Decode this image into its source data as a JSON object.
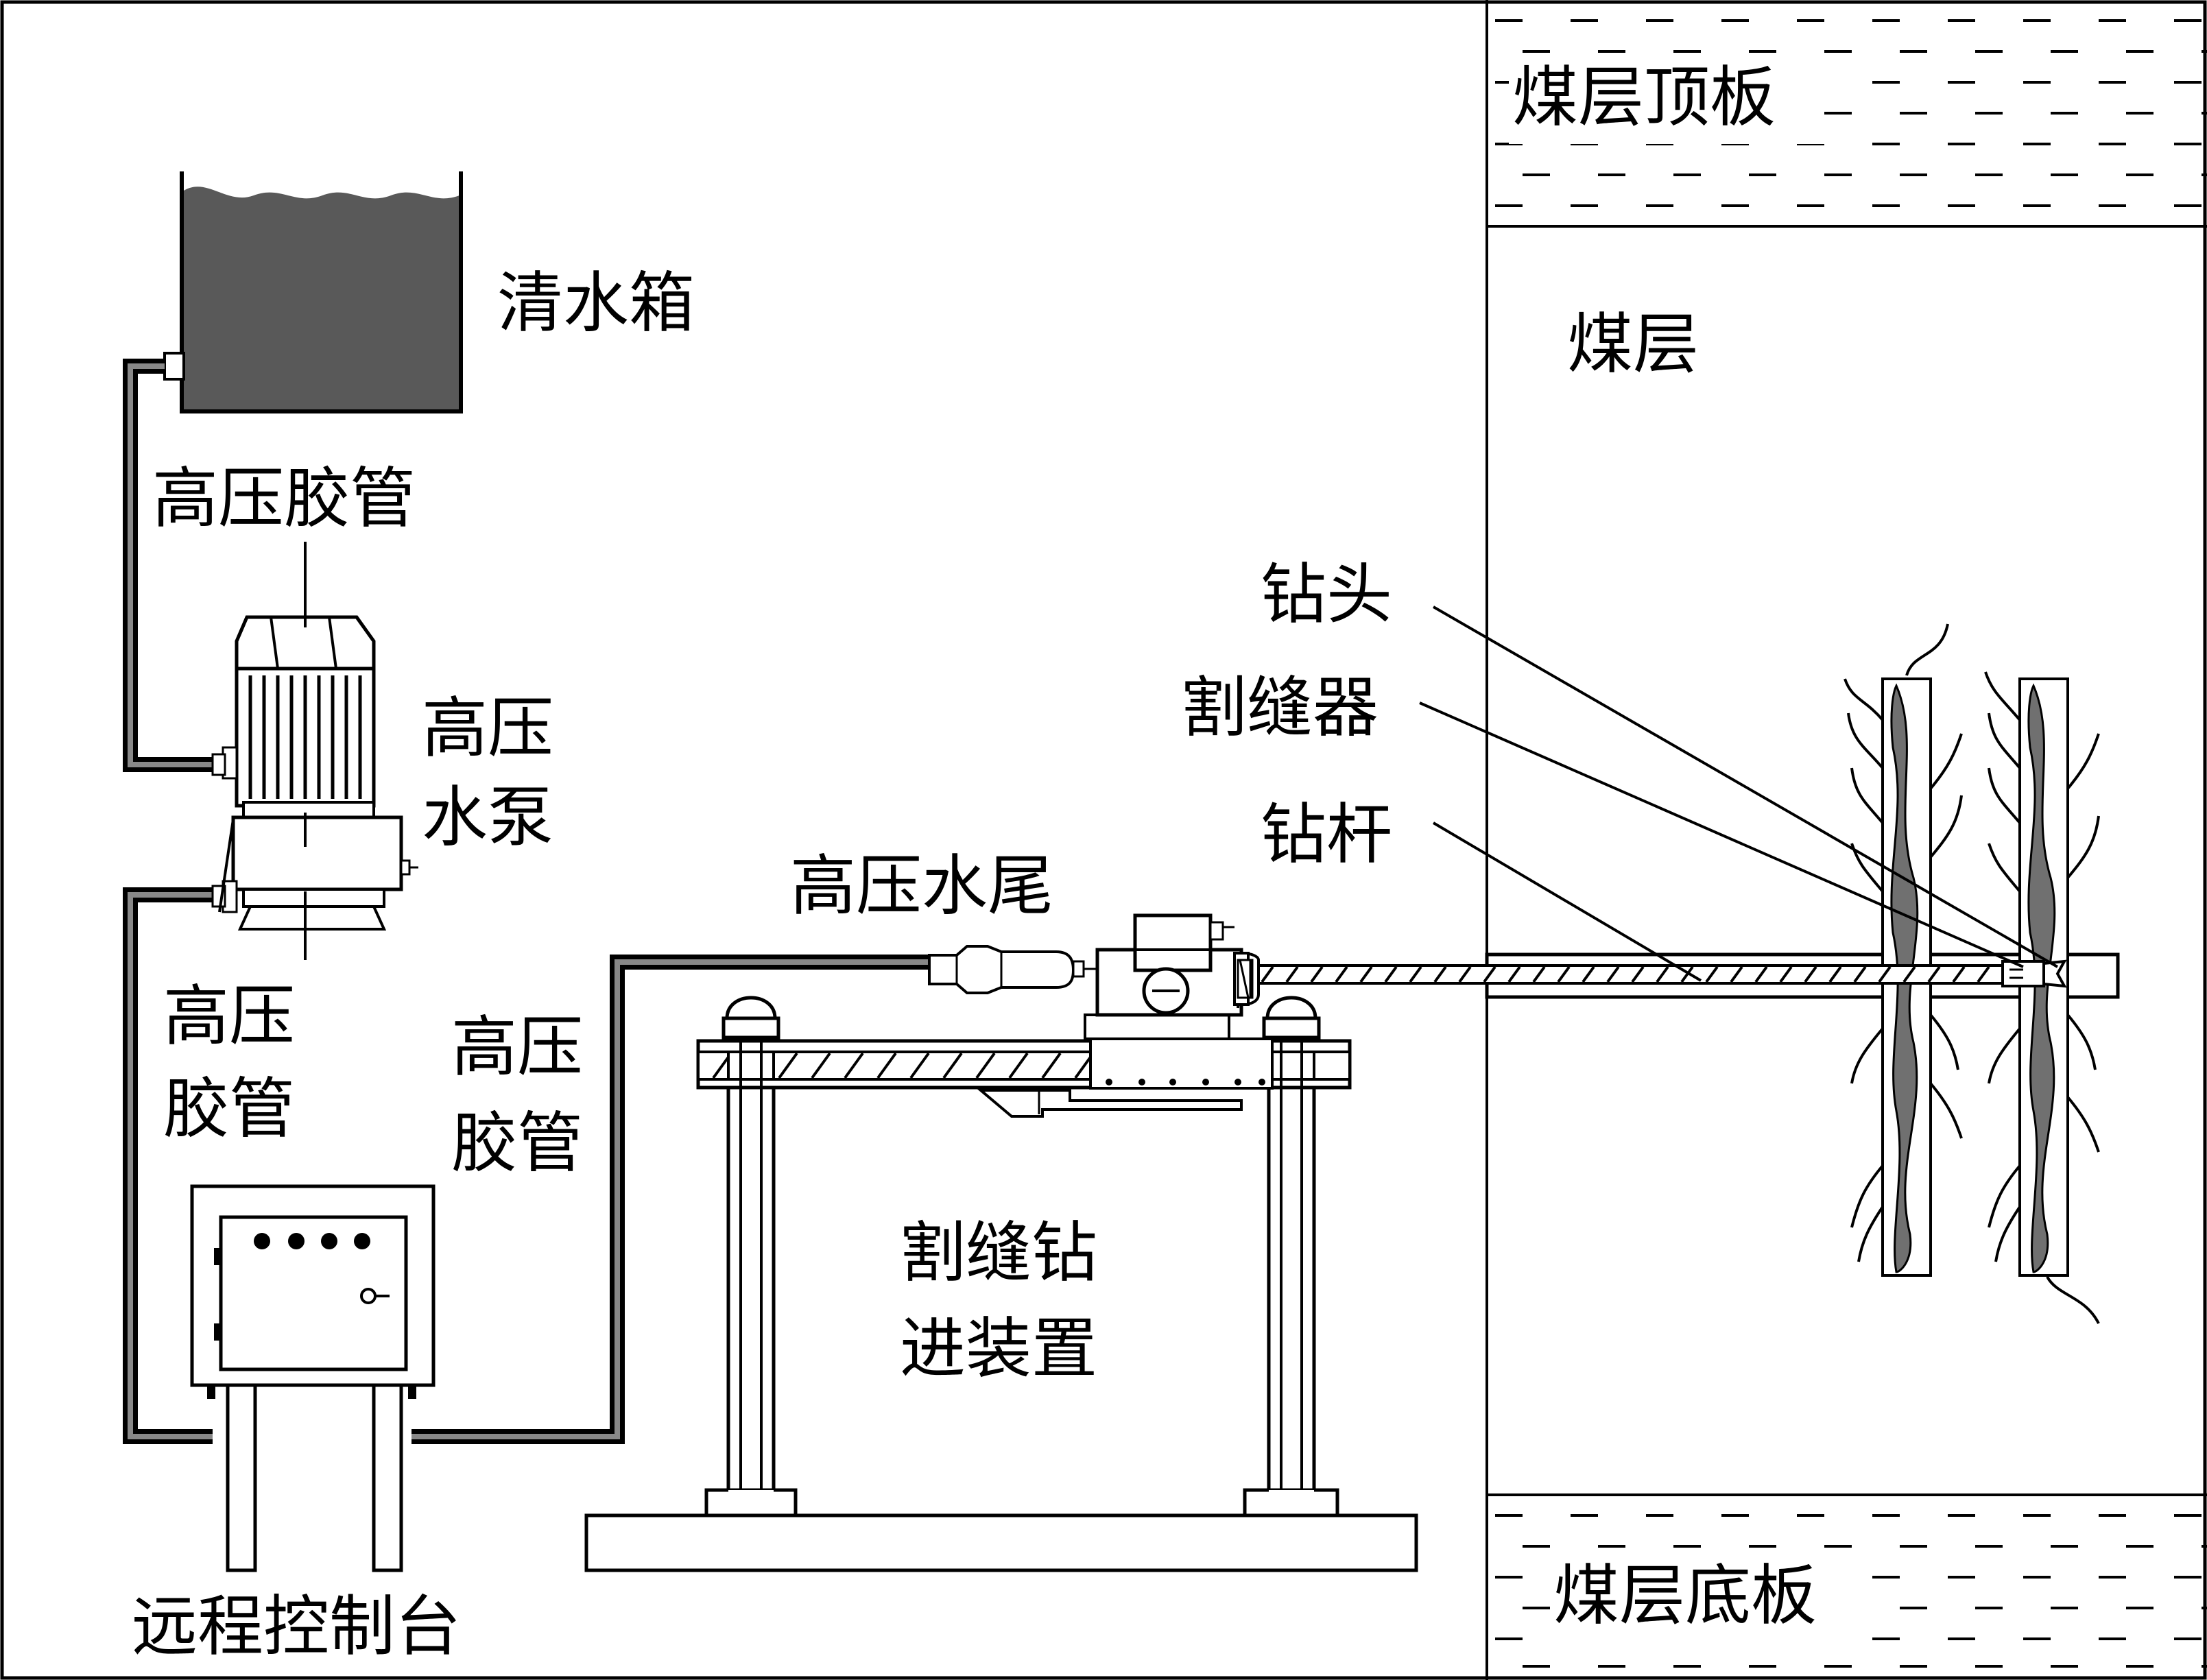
{
  "labels": {
    "roof": "煤层顶板",
    "seam": "煤层",
    "floor": "煤层底板",
    "water_tank": "清水箱",
    "hose_top": "高压胶管",
    "pump_line1": "高压",
    "pump_line2": "水泵",
    "hose_left_line1": "高压",
    "hose_left_line2": "胶管",
    "hose_mid_line1": "高压",
    "hose_mid_line2": "胶管",
    "swivel": "高压水尾",
    "drill_bit": "钻头",
    "slotter": "割缝器",
    "drill_rod": "钻杆",
    "rig_line1": "割缝钻",
    "rig_line2": "进装置",
    "console": "远程控制台"
  },
  "colors": {
    "line": "#000000",
    "water": "#595959",
    "slot": "#707070",
    "background": "#ffffff"
  }
}
